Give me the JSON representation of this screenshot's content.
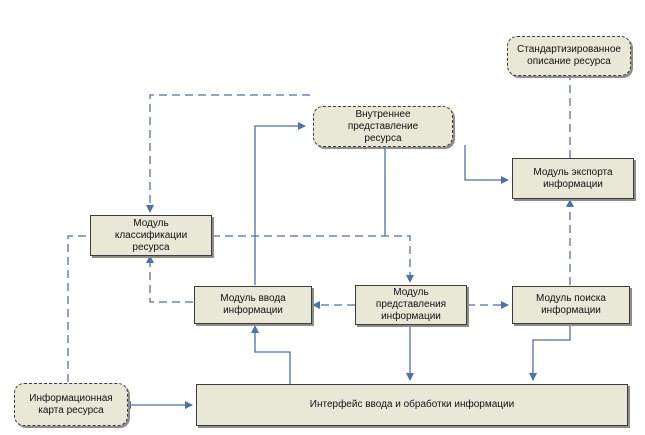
{
  "nodes": {
    "standard_description": "Стандартизированное\nописание ресурса",
    "internal_representation": "Внутреннее представление\nресурса",
    "export_module": "Модуль экспорта\nинформации",
    "classification_module": "Модуль\nклассификации\nресурса",
    "input_module": "Модуль ввода\nинформации",
    "presentation_module": "Модуль\nпредставления\nинформации",
    "search_module": "Модуль поиска\nинформации",
    "info_card": "Информационная\nкарта ресурса",
    "interface": "Интерфейс ввода и обработки информации"
  },
  "colors": {
    "line": "#4a72ad",
    "node_fill": "#e9e8d6",
    "node_border": "#3c3c3c"
  }
}
